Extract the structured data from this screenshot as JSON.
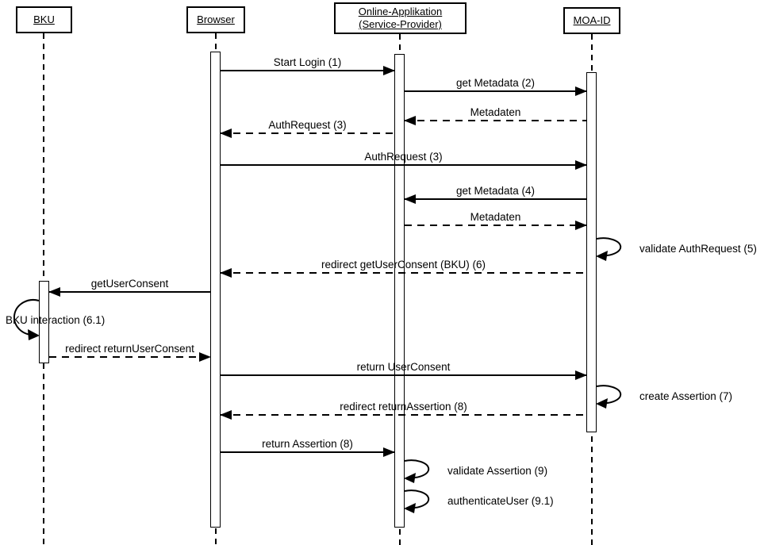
{
  "diagram_type": "uml-sequence-diagram",
  "colors": {
    "background": "#ffffff",
    "line": "#000000",
    "text": "#000000"
  },
  "actors": {
    "bku": {
      "label": "BKU"
    },
    "browser": {
      "label": "Browser"
    },
    "online_app": {
      "label": "Online-Applikation (Service-Provider)"
    },
    "moa_id": {
      "label": "MOA-ID"
    }
  },
  "messages": {
    "start_login": {
      "label": "Start Login (1)",
      "from": "Browser",
      "to": "Online-Applikation",
      "line": "solid",
      "direction": "right"
    },
    "get_metadata_2": {
      "label": "get Metadata (2)",
      "from": "Online-Applikation",
      "to": "MOA-ID",
      "line": "solid",
      "direction": "right"
    },
    "metadaten_1": {
      "label": "Metadaten",
      "from": "MOA-ID",
      "to": "Online-Applikation",
      "line": "dashed",
      "direction": "left"
    },
    "authrequest_redirect": {
      "label": "AuthRequest (3)",
      "from": "Online-Applikation",
      "to": "Browser",
      "line": "dashed",
      "direction": "left"
    },
    "authrequest_forward": {
      "label": "AuthRequest (3)",
      "from": "Browser",
      "to": "MOA-ID",
      "line": "solid",
      "direction": "right"
    },
    "get_metadata_4": {
      "label": "get Metadata (4)",
      "from": "MOA-ID",
      "to": "Online-Applikation",
      "line": "solid",
      "direction": "left"
    },
    "metadaten_2": {
      "label": "Metadaten",
      "from": "Online-Applikation",
      "to": "MOA-ID",
      "line": "dashed",
      "direction": "right"
    },
    "validate_authrequest": {
      "label": "validate AuthRequest (5)",
      "actor": "MOA-ID",
      "type": "self"
    },
    "redirect_getuserconsent": {
      "label": "redirect getUserConsent (BKU) (6)",
      "from": "MOA-ID",
      "to": "Browser",
      "line": "dashed",
      "direction": "left"
    },
    "getuserconsent": {
      "label": "getUserConsent",
      "from": "Browser",
      "to": "BKU",
      "line": "solid",
      "direction": "left"
    },
    "bku_interaction": {
      "label": "BKU interaction (6.1)",
      "actor": "BKU",
      "type": "self"
    },
    "redirect_returnuserconsent": {
      "label": "redirect returnUserConsent",
      "from": "BKU",
      "to": "Browser",
      "line": "dashed",
      "direction": "right"
    },
    "return_userconsent": {
      "label": "return UserConsent",
      "from": "Browser",
      "to": "MOA-ID",
      "line": "solid",
      "direction": "right"
    },
    "create_assertion": {
      "label": "create Assertion (7)",
      "actor": "MOA-ID",
      "type": "self"
    },
    "redirect_returnassertion": {
      "label": "redirect returnAssertion (8)",
      "from": "MOA-ID",
      "to": "Browser",
      "line": "dashed",
      "direction": "left"
    },
    "return_assertion": {
      "label": "return Assertion (8)",
      "from": "Browser",
      "to": "Online-Applikation",
      "line": "solid",
      "direction": "right"
    },
    "validate_assertion": {
      "label": "validate Assertion (9)",
      "actor": "Online-Applikation",
      "type": "self"
    },
    "authenticate_user": {
      "label": "authenticateUser (9.1)",
      "actor": "Online-Applikation",
      "type": "self"
    }
  }
}
